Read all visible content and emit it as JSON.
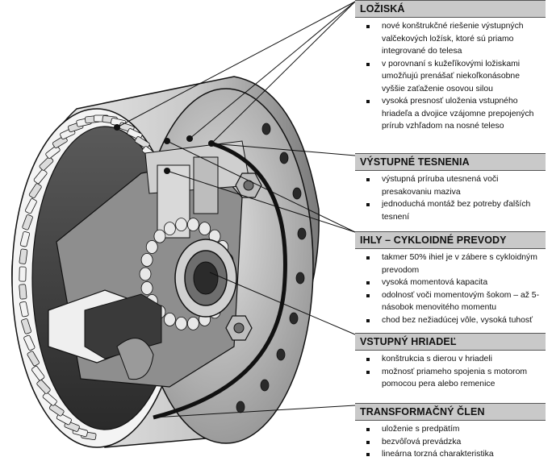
{
  "panels": [
    {
      "title": "LOŽISKÁ",
      "items": [
        "nové konštrukčné riešenie výstupných valčekových ložísk, ktoré sú priamo integrované do telesa",
        "v porovnaní s kužeľíkovými ložiskami umožňujú prenášať niekoľkonásobne vyššie zaťaženie osovou silou",
        "vysoká presnosť uloženia vstupného hriadeľa a dvojice vzájomne prepojených prírub vzhľadom na nosné teleso"
      ]
    },
    {
      "title": "VÝSTUPNÉ TESNENIA",
      "items": [
        "výstupná príruba utesnená voči presakovaniu maziva",
        "jednoduchá montáž bez potreby ďalších tesnení"
      ]
    },
    {
      "title": "IHLY – CYKLOIDNÉ PREVODY",
      "items": [
        "takmer 50% ihiel je v zábere s cykloidným prevodom",
        "vysoká momentová kapacita",
        "odolnosť voči momentovým šokom – až 5-násobok menovitého momentu",
        "chod bez nežiadúcej vôle, vysoká tuhosť"
      ]
    },
    {
      "title": "VSTUPNÝ HRIADEĽ",
      "items": [
        "konštrukcia s dierou v hriadeli",
        "možnosť priameho spojenia s motorom pomocou pera alebo remenice"
      ]
    },
    {
      "title": "TRANSFORMAČNÝ ČLEN",
      "items": [
        "uloženie s predpätím",
        "bezvôľová prevádzka",
        "lineárna torzná charakteristika"
      ]
    }
  ],
  "colors": {
    "header_bg": "#c9c9c9",
    "line": "#111111",
    "metal_light": "#e6e6e6",
    "metal_mid": "#bdbdbd",
    "metal_dark": "#6f6f6f"
  }
}
